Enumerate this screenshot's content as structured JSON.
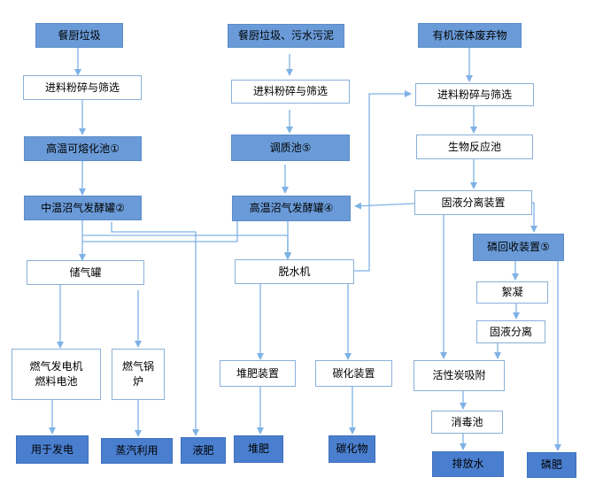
{
  "colors": {
    "primary_box": "#6a9bd8",
    "product_box": "#4a7fcf",
    "process_box": "#ffffff",
    "connector": "#7fb2e5"
  },
  "nodes": {
    "src1": "餐厨垃圾",
    "src2": "餐厨垃圾、污水污泥",
    "src3": "有机液体废弃物",
    "pre1": "进料粉碎与筛选",
    "pre2": "进料粉碎与筛选",
    "pre3": "进料粉碎与筛选",
    "melt": "高温可熔化池①",
    "cond": "调质池⑤",
    "bio": "生物反应池",
    "mid_ferm": "中温沼气发酵罐②",
    "high_ferm": "高温沼气发酵罐④",
    "sl_sep": "固液分离装置",
    "p_recover": "磷回收装置⑤",
    "gas_tank": "储气罐",
    "dewater": "脱水机",
    "floc": "絮凝",
    "sl_sep2": "固液分离",
    "generator": "燃气发电机\n燃料电池",
    "boiler": "燃气锅\n炉",
    "compost_dev": "堆肥装置",
    "carbon_dev": "碳化装置",
    "carbon_adsorb": "活性炭吸附",
    "disinfect": "消毒池",
    "out_power": "用于发电",
    "out_steam": "蒸汽利用",
    "out_liquid": "液肥",
    "out_compost": "堆肥",
    "out_carbide": "碳化物",
    "out_discharge": "排放水",
    "out_pfert": "磷肥"
  }
}
